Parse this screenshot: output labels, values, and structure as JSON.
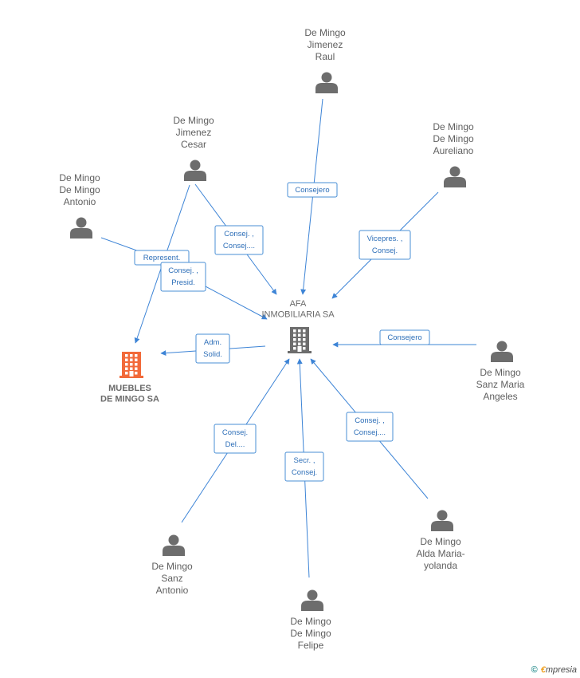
{
  "colors": {
    "edge": "#3d84d6",
    "label_border": "#4a8fd6",
    "label_text": "#2e6fb8",
    "person_icon": "#6d6d6d",
    "company_icon": "#6d6d6d",
    "highlight_company_icon": "#f26a3a",
    "text": "#5f5f5f"
  },
  "nodes": {
    "afa": {
      "type": "company",
      "icon": "building-icon",
      "lines": [
        "AFA",
        "INMOBILIARIA SA"
      ],
      "highlight": false
    },
    "muebles": {
      "type": "company",
      "icon": "building-icon",
      "lines": [
        "MUEBLES",
        "DE MINGO SA"
      ],
      "highlight": true
    },
    "raul": {
      "type": "person",
      "icon": "person-icon",
      "lines": [
        "De Mingo",
        "Jimenez",
        "Raul"
      ]
    },
    "cesar": {
      "type": "person",
      "icon": "person-icon",
      "lines": [
        "De Mingo",
        "Jimenez",
        "Cesar"
      ]
    },
    "antonio_dm": {
      "type": "person",
      "icon": "person-icon",
      "lines": [
        "De Mingo",
        "De Mingo",
        "Antonio"
      ]
    },
    "aureliano": {
      "type": "person",
      "icon": "person-icon",
      "lines": [
        "De Mingo",
        "De Mingo",
        "Aureliano"
      ]
    },
    "sanz_maria": {
      "type": "person",
      "icon": "person-icon",
      "lines": [
        "De Mingo",
        "Sanz Maria",
        "Angeles"
      ]
    },
    "alda": {
      "type": "person",
      "icon": "person-icon",
      "lines": [
        "De Mingo",
        "Alda Maria-",
        "yolanda"
      ]
    },
    "felipe": {
      "type": "person",
      "icon": "person-icon",
      "lines": [
        "De Mingo",
        "De Mingo",
        "Felipe"
      ]
    },
    "sanz_antonio": {
      "type": "person",
      "icon": "person-icon",
      "lines": [
        "De Mingo",
        "Sanz",
        "Antonio"
      ]
    }
  },
  "edges": [
    {
      "from": "raul",
      "to": "afa",
      "label": [
        "Consejero"
      ]
    },
    {
      "from": "cesar",
      "to": "afa",
      "label": [
        "Consej. ,",
        "Consej...."
      ]
    },
    {
      "from": "cesar",
      "to": "muebles",
      "label": []
    },
    {
      "from": "antonio_dm",
      "to": "muebles",
      "label": [
        "Represent."
      ]
    },
    {
      "from": "antonio_dm",
      "to": "afa",
      "label": [
        "Consej. ,",
        "Presid."
      ]
    },
    {
      "from": "aureliano",
      "to": "afa",
      "label": [
        "Vicepres. ,",
        "Consej."
      ]
    },
    {
      "from": "sanz_maria",
      "to": "afa",
      "label": [
        "Consejero"
      ]
    },
    {
      "from": "afa",
      "to": "muebles",
      "label": [
        "Adm.",
        "Solid."
      ]
    },
    {
      "from": "sanz_antonio",
      "to": "afa",
      "label": [
        "Consej.",
        "Del...."
      ]
    },
    {
      "from": "felipe",
      "to": "afa",
      "label": [
        "Secr. ,",
        "Consej."
      ]
    },
    {
      "from": "alda",
      "to": "afa",
      "label": [
        "Consej. ,",
        "Consej...."
      ]
    }
  ],
  "watermark": {
    "copyright": "©",
    "brand_initial": "€",
    "brand_rest": "mpresia"
  }
}
